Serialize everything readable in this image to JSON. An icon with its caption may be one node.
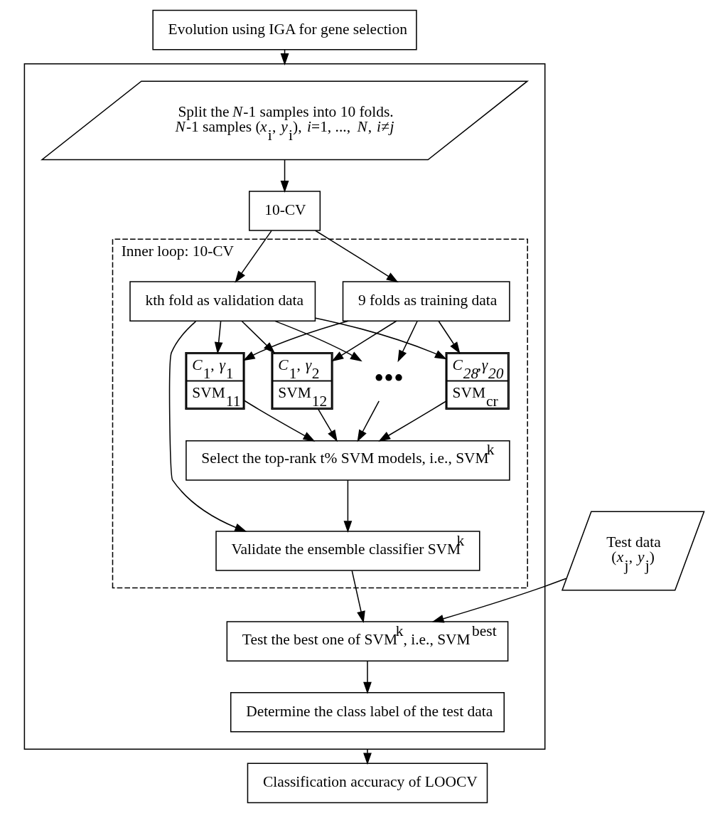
{
  "diagram": {
    "nodes": [
      {
        "text": [
          "Evolution using IGA for gene selection"
        ]
      },
      {
        "text": [],
        "shape": "box"
      },
      {
        "text": [
          "Split the *N*-1 samples into 10 folds.",
          "*N*-1 samples (*x*$_{i}$, *y*$_{i}$), *i*=1, ..., *N*, *i*≠*j*"
        ],
        "in": 1
      },
      {
        "text": [
          "10-CV"
        ],
        "in": 1
      },
      {
        "text": [
          "Inner loop: 10-CV"
        ],
        "in": 1
      },
      {
        "text": [
          "9 folds as training data"
        ],
        "in": 4
      },
      {
        "text": [
          "kth fold as validation data"
        ],
        "in": 4
      },
      {
        "text": [
          "*C*$_{1}$, *γ*$_{1}$",
          "SVM$_{11}$"
        ],
        "in": 4
      },
      {
        "text": [
          "*C*$_{1}$, *γ*$_{2}$",
          "SVM$_{12}$"
        ],
        "in": 4
      },
      {
        "text": [
          "•••"
        ],
        "in": 4
      },
      {
        "text": [
          "*C$_{28}$*,*γ$_{20}$*",
          "SVM$_{cr}$"
        ],
        "in": 4
      },
      {
        "text": [
          "Select the top-rank t% SVM models, i.e., SVM$^{k}$"
        ],
        "in": 4
      },
      {
        "text": [
          "Validate the ensemble classifier SVM$^{k}$"
        ],
        "in": 4
      },
      {
        "text": [
          "Test the best one of SVM$^{k}$, i.e., SVM$^{best}$"
        ],
        "in": 1
      },
      {
        "text": [
          "Determine the class label of the test data"
        ],
        "in": 1
      },
      {
        "text": [
          "Test data",
          "(*x*$_{j}$, *y*$_{j}$)"
        ]
      },
      {
        "text": [
          "Classification accuracy of LOOCV"
        ]
      }
    ],
    "edges": [
      {
        "from": 0,
        "to": 1,
        "arrow": "to"
      },
      {
        "from": 2,
        "to": 3,
        "arrow": "to"
      },
      {
        "from": 3,
        "to": 5,
        "arrow": "to"
      },
      {
        "from": 3,
        "to": 6,
        "arrow": "to"
      },
      {
        "from": 5,
        "to": 7,
        "arrow": "to"
      },
      {
        "from": 5,
        "to": 8,
        "arrow": "to"
      },
      {
        "from": 5,
        "to": 9,
        "arrow": "to"
      },
      {
        "from": 5,
        "to": 10,
        "arrow": "to"
      },
      {
        "from": 6,
        "to": 7,
        "arrow": "to"
      },
      {
        "from": 6,
        "to": 8,
        "arrow": "to"
      },
      {
        "from": 6,
        "to": 9,
        "arrow": "to"
      },
      {
        "from": 6,
        "to": 10,
        "arrow": "to"
      },
      {
        "from": 7,
        "to": 11,
        "arrow": "to"
      },
      {
        "from": 8,
        "to": 11,
        "arrow": "to"
      },
      {
        "from": 9,
        "to": 11,
        "arrow": "to"
      },
      {
        "from": 10,
        "to": 11,
        "arrow": "to"
      },
      {
        "from": 11,
        "to": 12,
        "arrow": "to"
      },
      {
        "from": 6,
        "to": 12,
        "arrow": "to"
      },
      {
        "from": 12,
        "to": 13,
        "arrow": "to"
      },
      {
        "from": 15,
        "to": 13,
        "arrow": "to"
      },
      {
        "from": 13,
        "to": 14,
        "arrow": "to"
      },
      {
        "from": 1,
        "to": 16,
        "arrow": "to"
      }
    ]
  }
}
